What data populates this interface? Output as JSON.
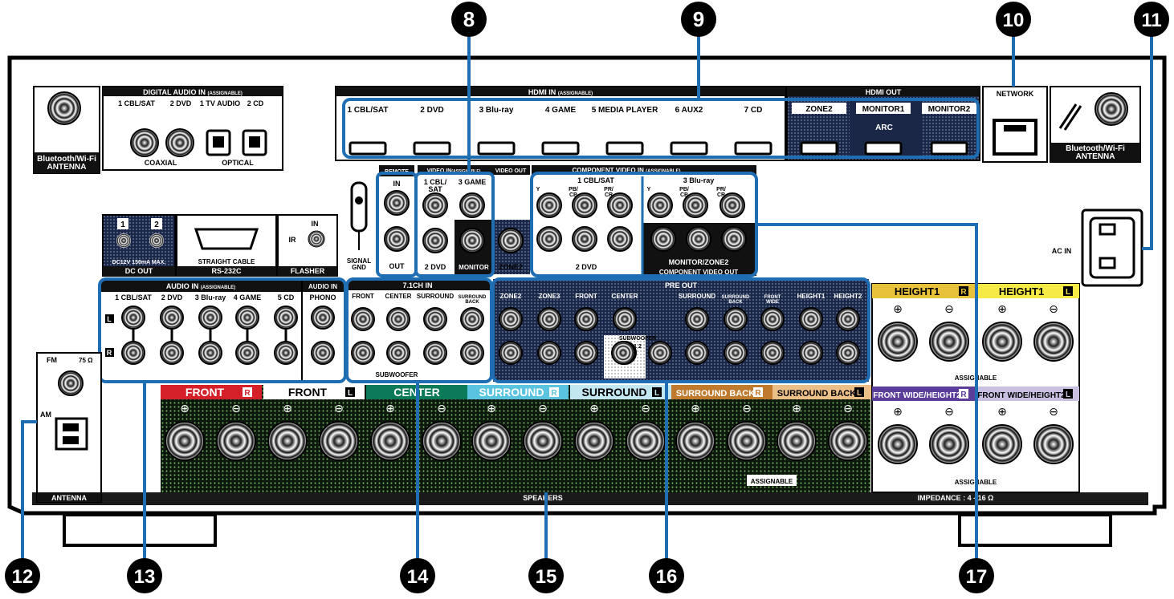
{
  "callouts": [
    "8",
    "9",
    "10",
    "11",
    "12",
    "13",
    "14",
    "15",
    "16",
    "17"
  ],
  "antenna_left": "Bluetooth/Wi-Fi\nANTENNA",
  "antenna_right": "Bluetooth/Wi-Fi\nANTENNA",
  "digital_audio": {
    "title": "DIGITAL AUDIO IN",
    "sub": "(ASSIGNABLE)",
    "inputs": [
      "1 CBL/SAT",
      "2 DVD",
      "1 TV AUDIO",
      "2 CD"
    ],
    "coaxial": "COAXIAL",
    "optical": "OPTICAL"
  },
  "hdmi_in": {
    "title": "HDMI IN",
    "sub": "(ASSIGNABLE)",
    "inputs": [
      "1 CBL/SAT",
      "2 DVD",
      "3 Blu-ray",
      "4 GAME",
      "5 MEDIA PLAYER",
      "6 AUX2",
      "7 CD"
    ]
  },
  "hdmi_out": {
    "title": "HDMI OUT",
    "outputs": [
      "ZONE2",
      "MONITOR1",
      "MONITOR2"
    ],
    "arc": "ARC"
  },
  "network": "NETWORK",
  "remote": {
    "title": "REMOTE",
    "in": "IN",
    "out": "OUT"
  },
  "video_in": {
    "title": "VIDEO IN",
    "sub": "(ASSIGNABLE)",
    "out_title": "VIDEO OUT",
    "labels": [
      "1 CBL/\nSAT",
      "3 GAME",
      "2 DVD",
      "MONITOR",
      "ZONE2"
    ]
  },
  "component": {
    "title": "COMPONENT VIDEO IN",
    "sub": "(ASSIGNABLE)",
    "in1": "1 CBL/SAT",
    "in3": "3 Blu-ray",
    "in2": "2 DVD",
    "y": "Y",
    "pb": "PB/\nCB",
    "pr": "PR/\nCR",
    "out_label": "MONITOR/ZONE2",
    "out_title": "COMPONENT VIDEO OUT"
  },
  "dc_out": {
    "n1": "1",
    "n2": "2",
    "spec": "DC12V 150mA MAX.",
    "title": "DC OUT"
  },
  "rs232": {
    "sub": "STRAIGHT CABLE",
    "title": "RS-232C"
  },
  "flasher": {
    "in": "IN",
    "ir": "IR",
    "title": "FLASHER"
  },
  "signal_gnd": "SIGNAL\nGND",
  "ac_in": "AC IN",
  "audio_in": {
    "title": "AUDIO IN",
    "sub": "(ASSIGNABLE)",
    "inputs": [
      "1 CBL/SAT",
      "2 DVD",
      "3 Blu-ray",
      "4 GAME",
      "5 CD"
    ],
    "l": "L",
    "r": "R"
  },
  "phono": {
    "title": "AUDIO IN",
    "label": "PHONO"
  },
  "ch71": {
    "title": "7.1CH IN",
    "labels": [
      "FRONT",
      "CENTER",
      "SURROUND",
      "SURROUND\nBACK"
    ],
    "subwoofer": "SUBWOOFER"
  },
  "pre_out": {
    "title": "PRE OUT",
    "labels": [
      "ZONE2",
      "ZONE3",
      "FRONT",
      "CENTER",
      "SURROUND",
      "SURROUND\nBACK",
      "FRONT\nWIDE",
      "HEIGHT1",
      "HEIGHT2"
    ],
    "subwoofer": "SUBWOOFER",
    "sub_nums": "1  2"
  },
  "antenna_box": {
    "fm": "FM",
    "ohm": "75 Ω",
    "am": "AM",
    "title": "ANTENNA"
  },
  "speakers": {
    "title": "SPEAKERS",
    "channels": [
      "FRONT",
      "FRONT",
      "CENTER",
      "SURROUND",
      "SURROUND",
      "SURROUND BACK",
      "SURROUND BACK"
    ],
    "sides": [
      "R",
      "L",
      "",
      "R",
      "L",
      "R",
      "L"
    ],
    "colors": [
      "#d5202a",
      "#ffffff",
      "#0b7a58",
      "#59c3e0",
      "#c3e7f1",
      "#c07a2e",
      "#ecbf89"
    ],
    "plus": "⊕",
    "minus": "⊖",
    "assignable": "ASSIGNABLE",
    "impedance": "IMPEDANCE : 4 - 16 Ω",
    "upper": [
      "HEIGHT1",
      "HEIGHT1"
    ],
    "upper_sides": [
      "R",
      "L"
    ],
    "upper_colors": [
      "#e8c23b",
      "#f6ea46"
    ],
    "lower": [
      "FRONT WIDE/HEIGHT2",
      "FRONT WIDE/HEIGHT2"
    ],
    "lower_sides": [
      "R",
      "L"
    ],
    "lower_colors": [
      "#5a3e99",
      "#c9bfe0"
    ],
    "assignable_right": "ASSIGNABLE"
  }
}
